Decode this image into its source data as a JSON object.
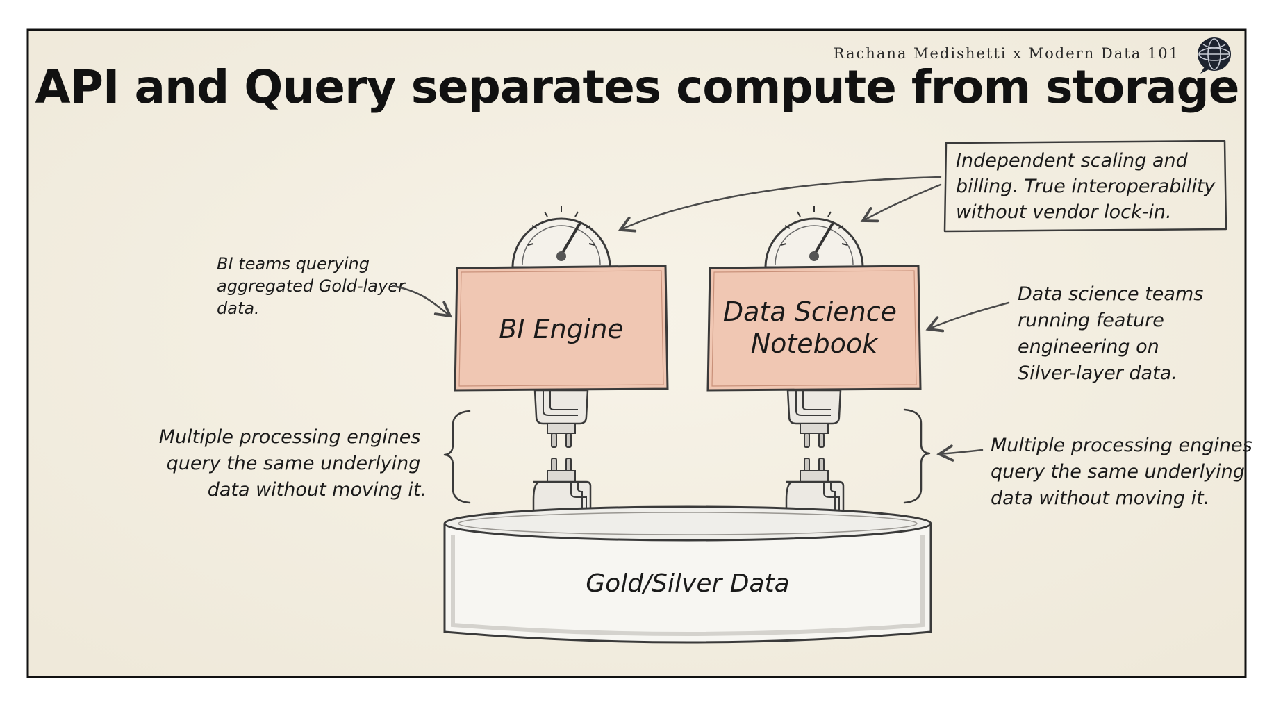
{
  "slide": {
    "title": "API and Query separates compute from storage",
    "credit": "Rachana Medishetti x Modern Data 101",
    "logo_icon": "globe-chat-icon"
  },
  "engines": [
    {
      "id": "bi",
      "label_lines": [
        "BI Engine"
      ]
    },
    {
      "id": "ds",
      "label_lines": [
        "Data Science",
        "Notebook"
      ]
    }
  ],
  "storage": {
    "label": "Gold/Silver Data"
  },
  "notes": {
    "scaling": [
      "Independent scaling and",
      "billing. True interoperability",
      "without vendor lock-in."
    ],
    "bi_teams": [
      "BI teams querying",
      "aggregated Gold-layer",
      "data."
    ],
    "ds_teams": [
      "Data science teams",
      "running feature",
      "engineering on",
      "Silver-layer data."
    ],
    "engines_left": [
      "Multiple processing engines",
      "query the same underlying",
      "data without moving it."
    ],
    "engines_right": [
      "Multiple processing engines",
      "query the same underlying",
      "data without moving it."
    ]
  },
  "colors": {
    "canvas": "#f4efe2",
    "engine_fill": "#f0c7b3",
    "frame": "#111111",
    "storage_fill": "#f7f6f2"
  }
}
